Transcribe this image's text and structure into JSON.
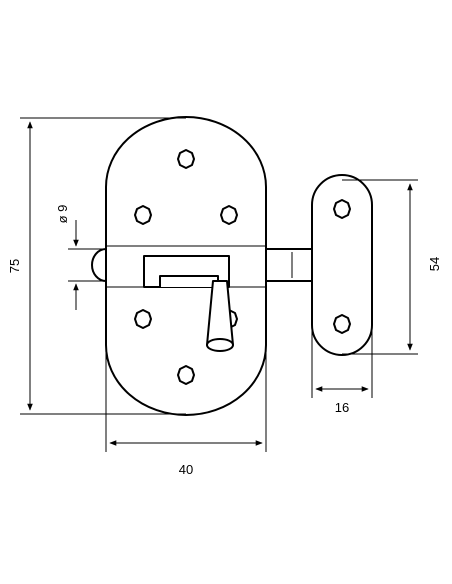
{
  "dimensions": {
    "height_total": "75",
    "bolt_diameter": "ø 9",
    "plate_width": "40",
    "keeper_width": "16",
    "keeper_height": "54"
  },
  "colors": {
    "stroke": "#000000",
    "background": "#ffffff"
  }
}
